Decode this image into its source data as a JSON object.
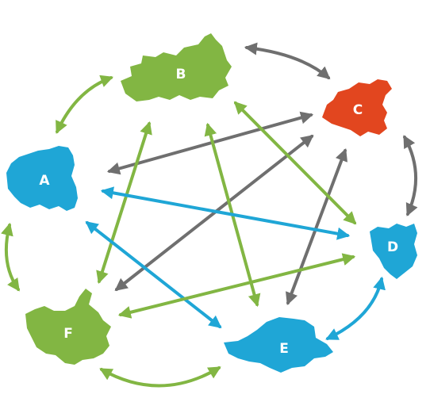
{
  "nodes": [
    {
      "id": "A",
      "label": "A",
      "color": "#1fa6d6"
    },
    {
      "id": "B",
      "label": "B",
      "color": "#82b643"
    },
    {
      "id": "C",
      "label": "C",
      "color": "#e2461f"
    },
    {
      "id": "D",
      "label": "D",
      "color": "#1fa6d6"
    },
    {
      "id": "E",
      "label": "E",
      "color": "#1fa6d6"
    },
    {
      "id": "F",
      "label": "F",
      "color": "#82b643"
    }
  ],
  "edges": [
    {
      "from": "B",
      "to": "C",
      "color": "#6f6f6f"
    },
    {
      "from": "A",
      "to": "B",
      "color": "#82b643"
    },
    {
      "from": "C",
      "to": "D",
      "color": "#6f6f6f"
    },
    {
      "from": "A",
      "to": "F",
      "color": "#82b643"
    },
    {
      "from": "F",
      "to": "E",
      "color": "#82b643"
    },
    {
      "from": "E",
      "to": "D",
      "color": "#1fa6d6"
    },
    {
      "from": "C",
      "to": "A",
      "color": "#6f6f6f"
    },
    {
      "from": "C",
      "to": "F",
      "color": "#6f6f6f"
    },
    {
      "from": "C",
      "to": "E",
      "color": "#6f6f6f"
    },
    {
      "from": "B",
      "to": "F",
      "color": "#82b643"
    },
    {
      "from": "B",
      "to": "E",
      "color": "#82b643"
    },
    {
      "from": "B",
      "to": "D",
      "color": "#82b643"
    },
    {
      "from": "A",
      "to": "D",
      "color": "#1fa6d6"
    },
    {
      "from": "A",
      "to": "E",
      "color": "#1fa6d6"
    },
    {
      "from": "F",
      "to": "D",
      "color": "#82b643"
    }
  ]
}
